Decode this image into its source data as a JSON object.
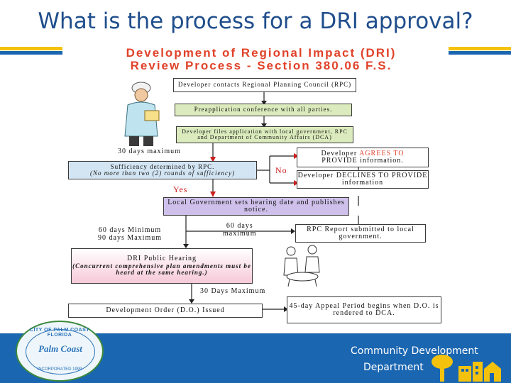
{
  "slide": {
    "title": "What is the process for a DRI approval?"
  },
  "diagram": {
    "title_line1": "Development of Regional Impact (DRI)",
    "title_line2": "Review Process - Section 380.06 F.S.",
    "steps": {
      "contact": "Developer contacts Regional Planning Council (RPC)",
      "preapp": "Preapplication conference with all parties.",
      "files": "Developer files application with local government, RPC and Department of Community Affairs (DCA)",
      "sufficiency_line1": "Sufficiency determined by RPC.",
      "sufficiency_line2": "(No more than two (2) rounds of sufficiency)",
      "agrees_pre": "Developer",
      "agrees_word": "AGREES TO",
      "agrees_post": "PROVIDE information.",
      "declines": "Developer DECLINES TO PROVIDE information",
      "hearing_date": "Local Government sets hearing date and publishes notice.",
      "rpc_report": "RPC Report submitted to local government.",
      "public_hearing_title": "DRI Public Hearing",
      "public_hearing_note": "(Concurrent comprehensive plan amendments must be heard at the same hearing.)",
      "development_order": "Development Order (D.O.) Issued",
      "appeal": "45-day Appeal Period begins when D.O. is rendered to DCA."
    },
    "labels": {
      "thirty_max": "30 days maximum",
      "no": "No",
      "yes": "Yes",
      "sixty_min_line1": "60 days Minimum",
      "sixty_min_line2": "90 days Maximum",
      "sixty_max_line1": "60 days",
      "sixty_max_line2": "maximum",
      "thirty_days_max": "30 Days Maximum"
    }
  },
  "footer": {
    "department_line1": "Community Development",
    "department_line2": "Department",
    "logo_text": "CITY OF PALM COAST FLORIDA",
    "logo_word": "Palm Coast",
    "logo_year": "INCORPORATED 1999"
  },
  "colors": {
    "accent_blue": "#1b66b1",
    "accent_yellow": "#f4c20d",
    "agree_red": "#e0422a"
  },
  "icons": [
    "developer-figure-icon",
    "meeting-figures-icon",
    "city-seal-icon",
    "palm-tree-icon",
    "buildings-icon"
  ]
}
